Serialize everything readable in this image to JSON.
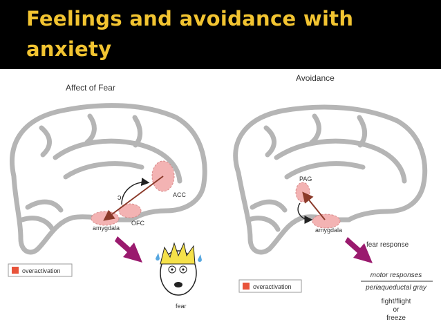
{
  "slide": {
    "title_line1": "Feelings and avoidance with",
    "title_line2": "anxiety",
    "title_color": "#f2c431"
  },
  "left_panel": {
    "heading": "Affect of Fear",
    "labels": {
      "acc": "ACC",
      "ofc": "OFC",
      "amygdala": "amygdala"
    },
    "legend_label": "overactivation",
    "face_caption": "fear"
  },
  "right_panel": {
    "heading": "Avoidance",
    "labels": {
      "pag": "PAG",
      "amygdala": "amygdala"
    },
    "legend_label": "overactivation",
    "fear_response": "fear response",
    "motor_responses": "motor responses",
    "periaqueductal_gray": "periaqueductal gray",
    "fight_flight": "fight/flight",
    "or": "or",
    "freeze": "freeze"
  },
  "colors": {
    "overactivation": "#e8533a",
    "highlight": "#f3b3b3",
    "arrow_magenta": "#9a1a6e",
    "connection": "#8b3a2a"
  },
  "icons": [
    "brain-outline",
    "arrow-down-right-icon",
    "frightened-face-icon",
    "legend-swatch-icon"
  ]
}
